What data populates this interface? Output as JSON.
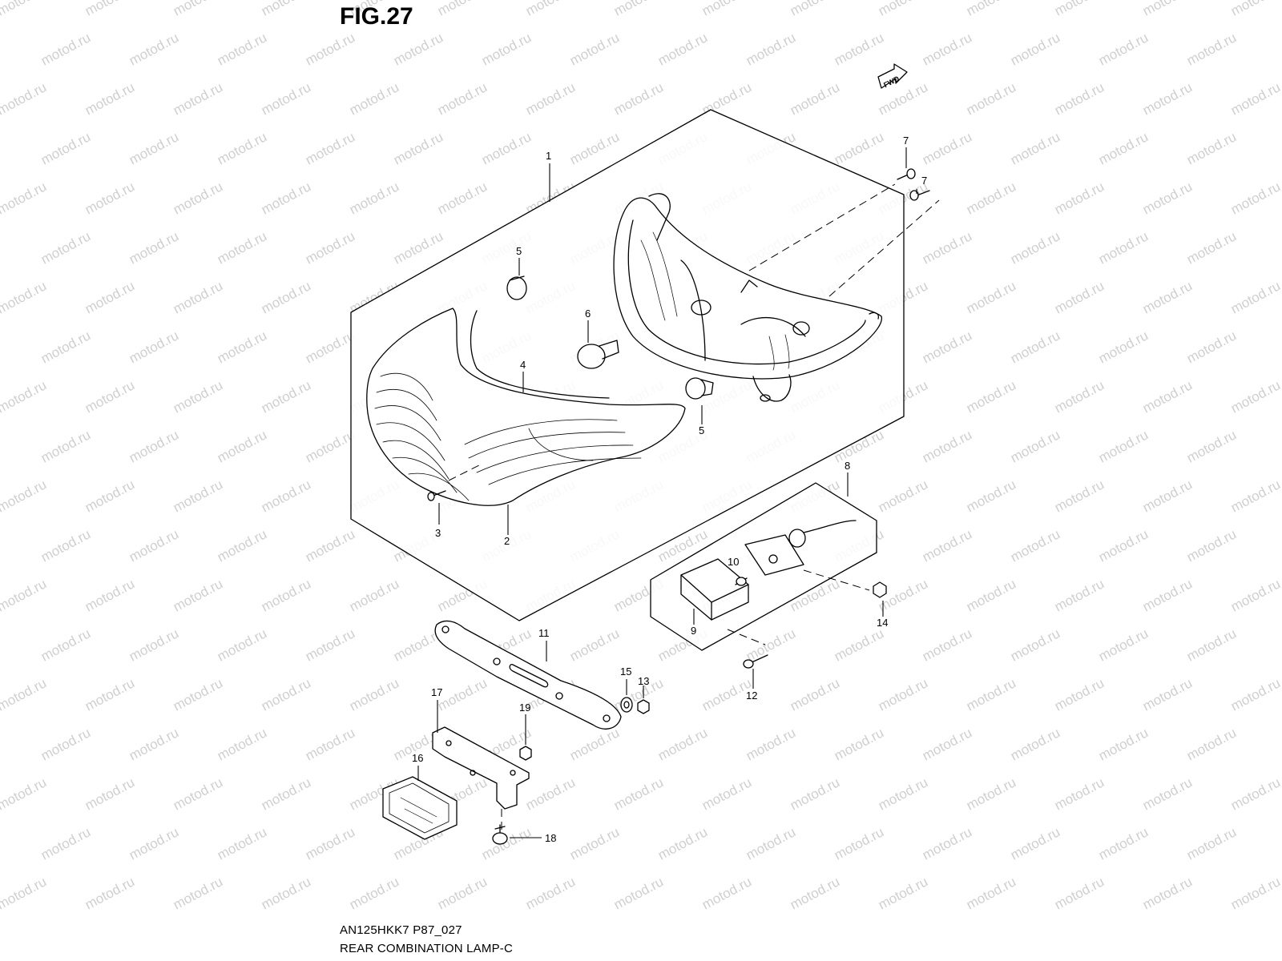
{
  "figure_title": "FIG.27",
  "footer": {
    "model_code": "AN125HKK7 P87_027",
    "diagram_name": "REAR COMBINATION LAMP-C"
  },
  "direction_badge": "FWD",
  "watermark": "motod.ru",
  "callouts": {
    "p1": "1",
    "p2": "2",
    "p3": "3",
    "p4": "4",
    "p5a": "5",
    "p5b": "5",
    "p6": "6",
    "p7a": "7",
    "p7b": "7",
    "p8": "8",
    "p9": "9",
    "p10": "10",
    "p11": "11",
    "p12": "12",
    "p13": "13",
    "p14": "14",
    "p15": "15",
    "p16": "16",
    "p17": "17",
    "p18": "18",
    "p19": "19"
  }
}
